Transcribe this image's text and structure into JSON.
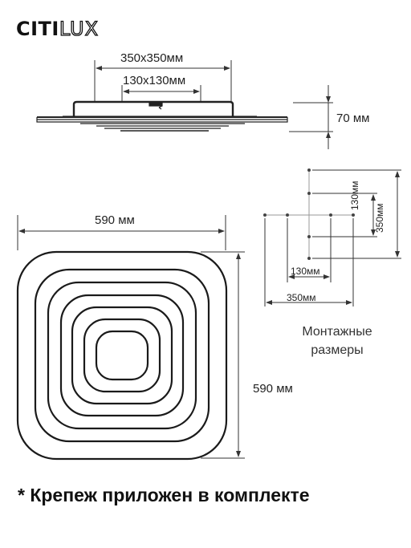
{
  "brand": {
    "part1": "CITI",
    "part2": "LUX"
  },
  "side_view": {
    "outer_dim": "350x350мм",
    "inner_dim": "130x130мм",
    "height_dim": "70 мм"
  },
  "front_view": {
    "width_dim": "590 мм",
    "height_dim": "590 мм"
  },
  "mounting": {
    "title_line1": "Монтажные",
    "title_line2": "размеры",
    "h130": "130мм",
    "h350": "350мм",
    "v130": "130мм",
    "v350": "350мм"
  },
  "footnote": "* Крепеж приложен в комплекте",
  "colors": {
    "line": "#222222",
    "dim": "#333333"
  }
}
